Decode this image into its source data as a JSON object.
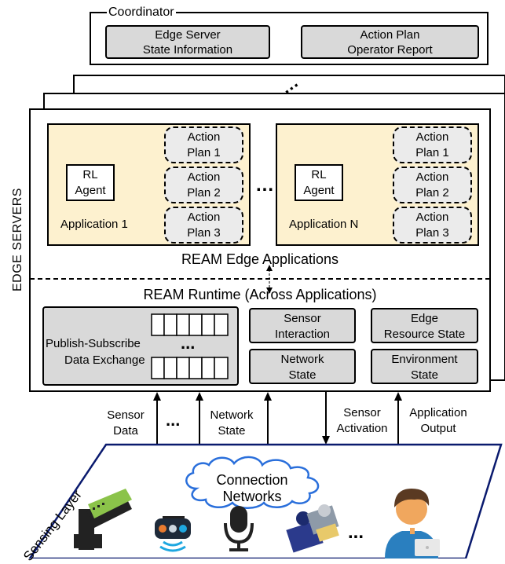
{
  "coordinator": {
    "label": "Coordinator",
    "box1_line1": "Edge Server",
    "box1_line2": "State Information",
    "box2_line1": "Action Plan",
    "box2_line2": "Operator Report"
  },
  "stack_ellipsis": "...",
  "edge_servers_label": "EDGE SERVERS",
  "apps": {
    "app1_label": "Application 1",
    "appN_label": "Application N",
    "rl_line1": "RL",
    "rl_line2": "Agent",
    "ap_line1": "Action",
    "ap_plan1": "Plan 1",
    "ap_plan2": "Plan 2",
    "ap_plan3": "Plan 3",
    "between_ellipsis": "..."
  },
  "ream_edge_apps": "REAM Edge Applications",
  "ream_runtime": "REAM Runtime (Across Applications)",
  "runtime": {
    "pubsub_line1": "Publish-Subscribe",
    "pubsub_line2": "Data Exchange",
    "queue_ellipsis": "...",
    "sensor_interaction_1": "Sensor",
    "sensor_interaction_2": "Interaction",
    "network_state_1": "Network",
    "network_state_2": "State",
    "edge_resource_1": "Edge",
    "edge_resource_2": "Resource State",
    "environment_1": "Environment",
    "environment_2": "State"
  },
  "flows": {
    "sensor_data_1": "Sensor",
    "sensor_data_2": "Data",
    "flow_ellipsis": "...",
    "network_state_1": "Network",
    "network_state_2": "State",
    "sensor_activation_1": "Sensor",
    "sensor_activation_2": "Activation",
    "app_output_1": "Application",
    "app_output_2": "Output"
  },
  "sensing": {
    "layer_label": "Sensing Layer",
    "connection_networks": "Connection Networks",
    "device_ellipsis": "..."
  },
  "colors": {
    "application_bg": "#fdf1cf",
    "box_gray": "#d9d9d9",
    "sensing_border": "#0a1a6e",
    "device_green": "#8bc34a",
    "cloud_blue": "#2a6fdb"
  }
}
